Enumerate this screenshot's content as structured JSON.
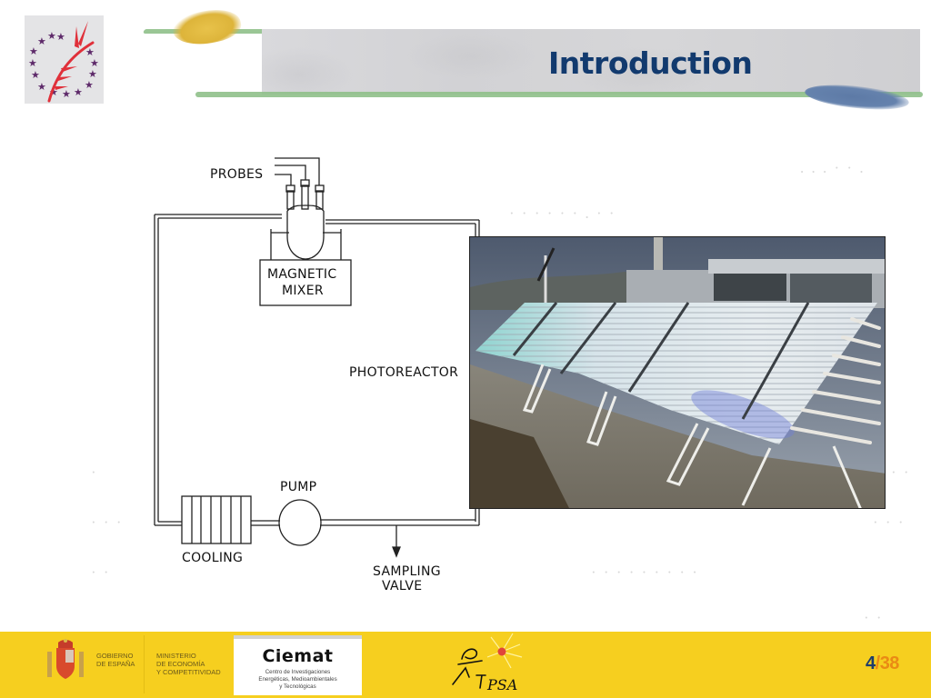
{
  "slide": {
    "title": "Introduction",
    "page": {
      "current": "4",
      "separator": "/",
      "total": "38"
    }
  },
  "header": {
    "logo_icon": "eu-stars-branch-logo",
    "colors": {
      "title": "#123a6e",
      "band": "#d4d4d7",
      "green_stroke": "#8fc08a",
      "yellow_brush": "#ddb43a",
      "blue_brush": "#6582ad"
    }
  },
  "diagram": {
    "labels": {
      "probes": "PROBES",
      "magnetic_mixer_line1": "MAGNETIC",
      "magnetic_mixer_line2": "MIXER",
      "photoreactor": "PHOTOREACTOR",
      "pump": "PUMP",
      "cooling": "COOLING",
      "sampling_line1": "SAMPLING",
      "sampling_line2": "VALVE"
    }
  },
  "photo": {
    "subject": "solar-photoreactor-tube-collectors"
  },
  "footer": {
    "bg_color": "#f6cf1f",
    "gobierno": {
      "line1": "GOBIERNO",
      "line2": "DE ESPAÑA"
    },
    "ministerio": {
      "line1": "MINISTERIO",
      "line2": "DE ECONOMÍA",
      "line3": "Y COMPETITIVIDAD"
    },
    "ciemat": {
      "name": "Ciemat",
      "line1": "Centro de Investigaciones",
      "line2": "Energéticas, Medioambientales",
      "line3": "y Tecnológicas"
    },
    "psa": {
      "text": "PSA"
    },
    "page_colors": {
      "current": "#1f3d6b",
      "total": "#ea8a14"
    }
  }
}
